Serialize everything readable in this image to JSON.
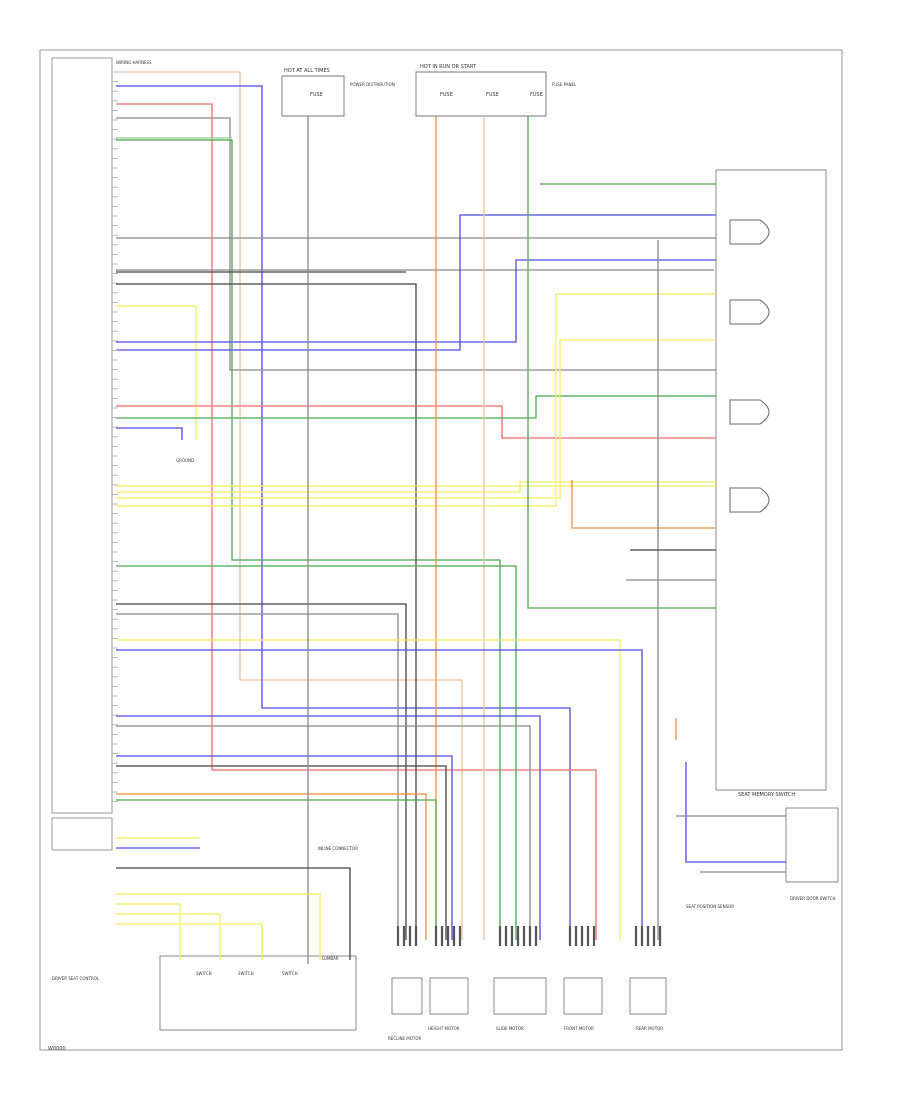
{
  "diagram": {
    "connector_left": "WIRING HARNESS",
    "fuse_block_a_title": "HOT AT ALL TIMES",
    "fuse_block_b_title": "HOT IN RUN OR START",
    "fuse_a_label": "FUSE",
    "fuse_b_label": "FUSE",
    "fuse_c_label": "FUSE",
    "fuse_d_label": "FUSE",
    "fuse_panel_label": "FUSE PANEL",
    "pre_fuse_label": "POWER DISTRIBUTION",
    "ground_label": "GROUND",
    "inline_connector_label": "INLINE CONNECTOR",
    "right_module_label": "SEAT MEMORY SWITCH",
    "driver_seat_ctrl": "DRIVER SEAT CONTROL",
    "lumbar_label": "LUMBAR",
    "seat_memory_switch": "SEAT MEMORY SWITCH",
    "recline_motor": "RECLINE MOTOR",
    "height_motor": "HEIGHT MOTOR",
    "slide_motor": "SLIDE MOTOR",
    "front_motor": "FRONT MOTOR",
    "rear_motor": "REAR MOTOR",
    "seat_position_sensor": "SEAT POSITION SENSOR",
    "driver_door_module": "DRIVER DOOR SWITCH",
    "bottom_switch_labels": [
      "SWITCH",
      "SWITCH",
      "SWITCH"
    ],
    "footer_code": "W0000"
  },
  "colors": {
    "tan": "#e8c49a",
    "blue": "#4a4ae0",
    "red": "#f06a6a",
    "green": "#4ca84c",
    "yellow": "#f4ee60",
    "gray": "#888888",
    "dark": "#444444",
    "orange": "#f08a40",
    "light_green": "#8ed88e",
    "brown": "#a0704a",
    "violet": "#9a60d0",
    "line": "#555555"
  }
}
